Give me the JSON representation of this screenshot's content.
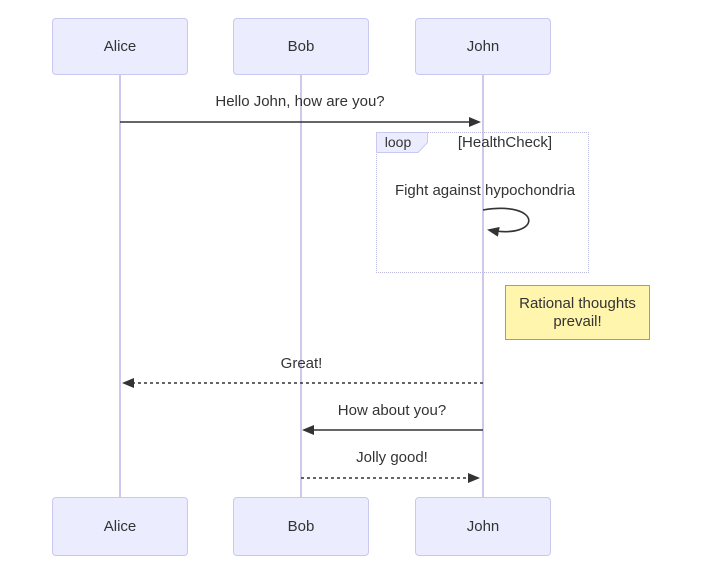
{
  "diagram": {
    "type": "sequence-diagram",
    "actors": [
      {
        "name": "Alice"
      },
      {
        "name": "Bob"
      },
      {
        "name": "John"
      }
    ],
    "messages": [
      {
        "from": "Alice",
        "to": "John",
        "text": "Hello John, how are you?",
        "line": "solid"
      },
      {
        "from": "John",
        "to": "John",
        "text": "Fight against hypochondria",
        "line": "self-loop"
      },
      {
        "from": "John",
        "to": "Alice",
        "text": "Great!",
        "line": "dashed"
      },
      {
        "from": "John",
        "to": "Bob",
        "text": "How about you?",
        "line": "solid"
      },
      {
        "from": "Bob",
        "to": "John",
        "text": "Jolly good!",
        "line": "dashed"
      }
    ],
    "loop_fragment": {
      "label": "loop",
      "condition": "[HealthCheck]"
    },
    "note": {
      "position": "right of John",
      "text": "Rational thoughts prevail!"
    },
    "colors": {
      "actor_fill": "#ECECFF",
      "actor_border": "#c8c8f0",
      "lifeline": "#cfc8ea",
      "arrow": "#333333",
      "text": "#333333",
      "note_fill": "#fff5ad",
      "note_border": "#aaaa33",
      "loop_border": "#b9b9dd"
    }
  }
}
